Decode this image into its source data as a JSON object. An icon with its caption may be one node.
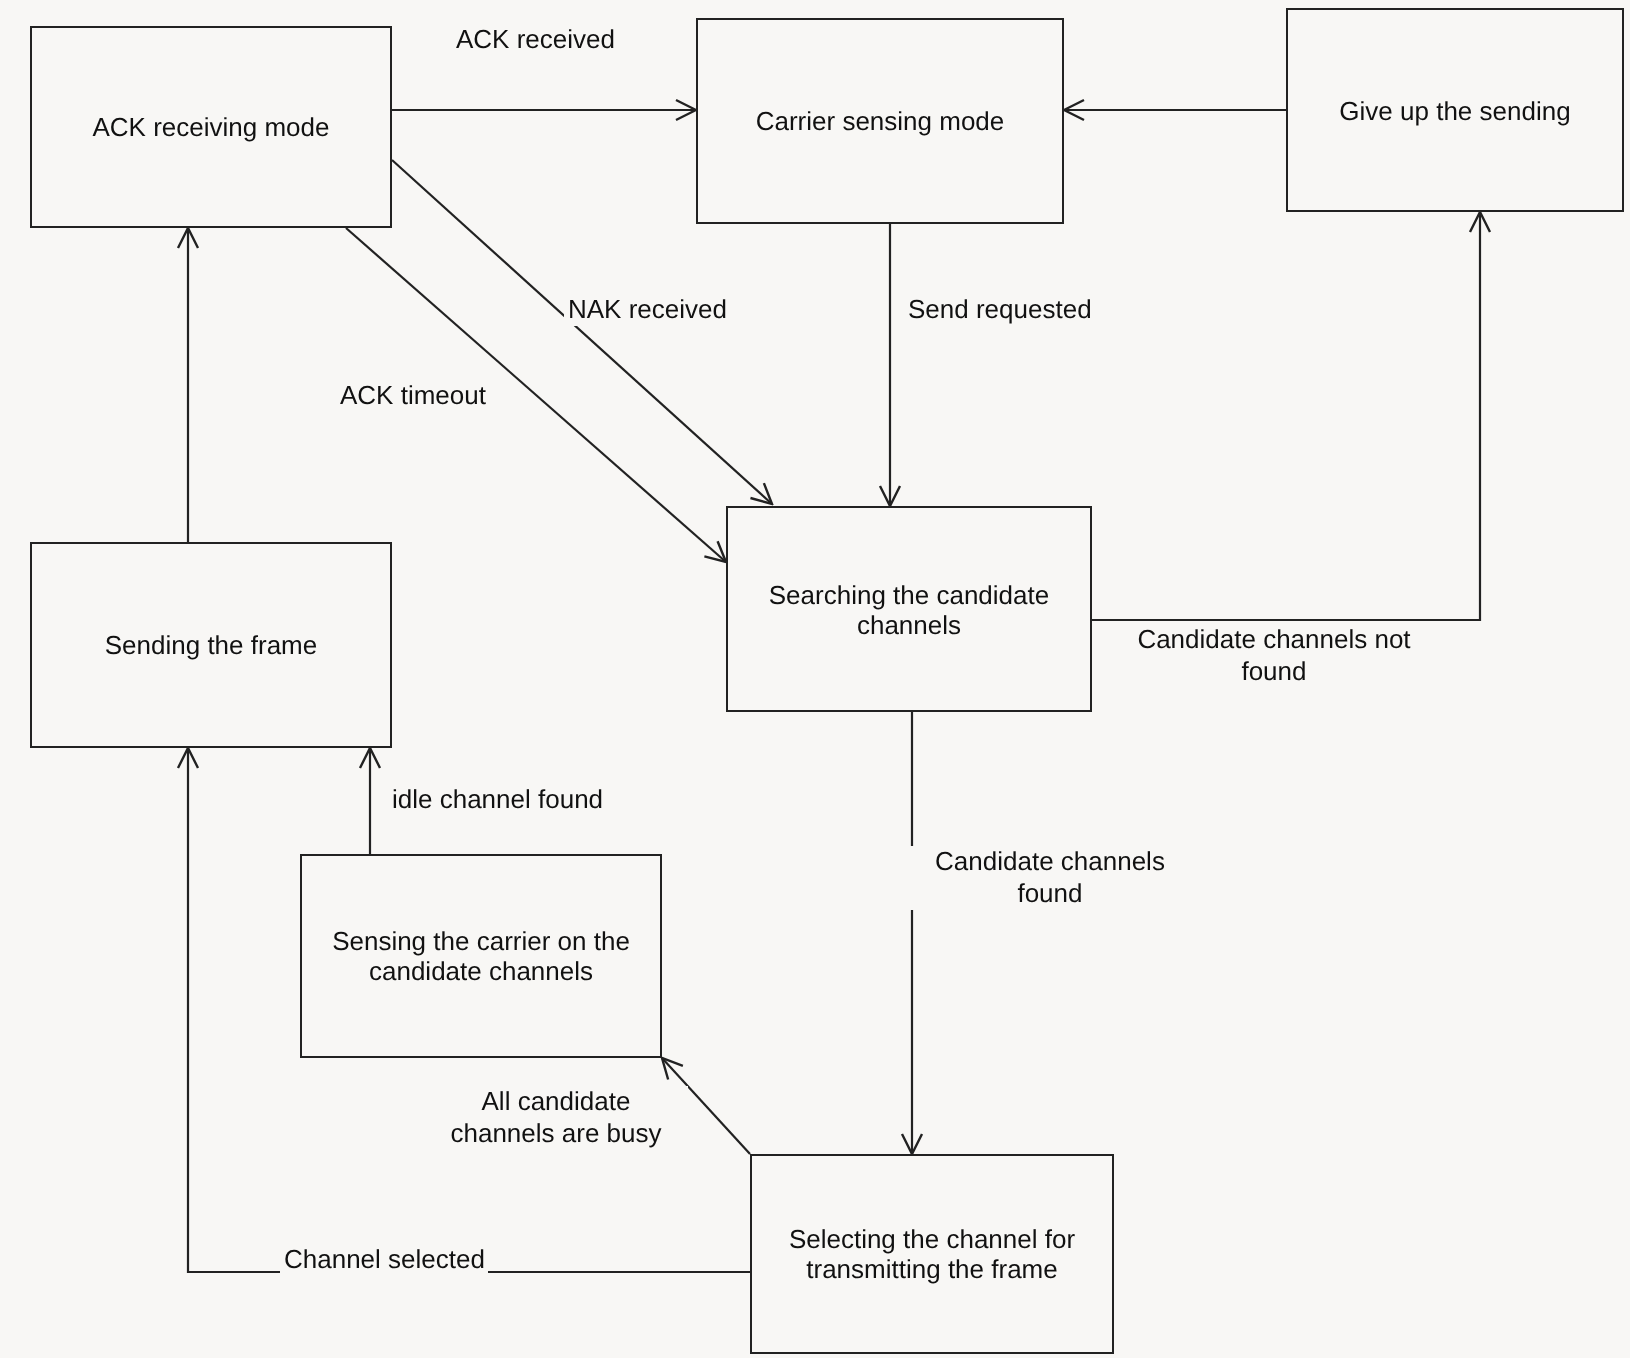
{
  "diagram": {
    "nodes": [
      {
        "text": [
          "ACK receiving mode"
        ]
      },
      {
        "text": [
          "Carrier sensing mode"
        ]
      },
      {
        "text": [
          "Give up the sending"
        ]
      },
      {
        "text": [
          "Sending the frame"
        ]
      },
      {
        "text": [
          "Searching the candidate channels"
        ]
      },
      {
        "text": [
          "Sensing the carrier on the candidate channels"
        ]
      },
      {
        "text": [
          "Selecting the channel for transmitting the frame"
        ]
      }
    ],
    "edges": [
      {
        "from": 0,
        "to": 1,
        "arrow": "to",
        "label": "ACK received"
      },
      {
        "from": 2,
        "to": 1,
        "arrow": "to"
      },
      {
        "from": 0,
        "to": 4,
        "arrow": "to",
        "label": "NAK received"
      },
      {
        "from": 0,
        "to": 4,
        "arrow": "to",
        "label": "ACK timeout"
      },
      {
        "from": 1,
        "to": 4,
        "arrow": "to",
        "label": "Send requested"
      },
      {
        "from": 4,
        "to": 2,
        "arrow": "to",
        "label": "Candidate channels not found"
      },
      {
        "from": 4,
        "to": 6,
        "arrow": "to",
        "label": "Candidate channels found"
      },
      {
        "from": 6,
        "to": 5,
        "arrow": "to",
        "label": "All candidate channels are busy"
      },
      {
        "from": 6,
        "to": 3,
        "arrow": "to",
        "label": "Channel selected"
      },
      {
        "from": 5,
        "to": 3,
        "arrow": "to",
        "label": "idle channel found"
      },
      {
        "from": 3,
        "to": 0,
        "arrow": "to"
      }
    ]
  }
}
